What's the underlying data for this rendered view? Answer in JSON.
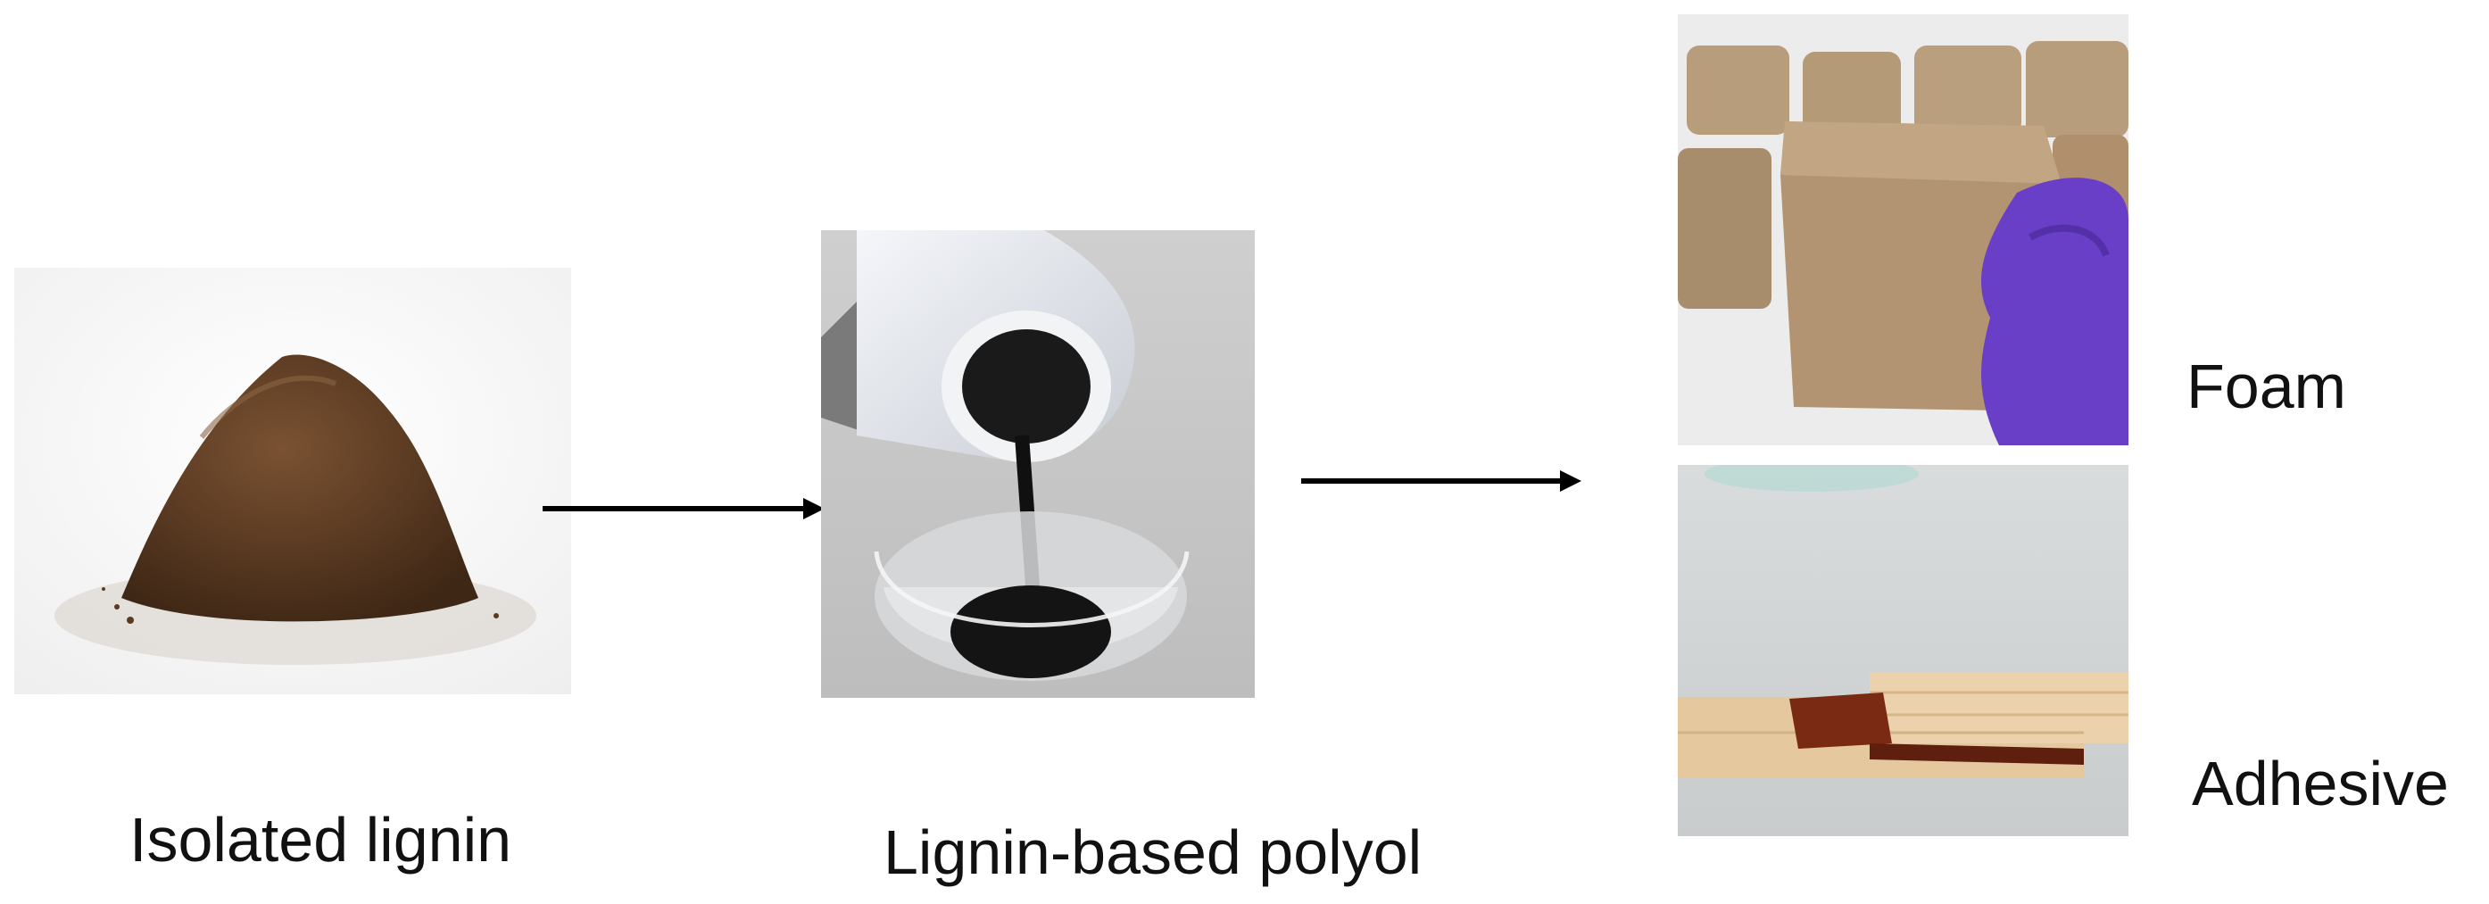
{
  "labels": {
    "isolated_lignin": "Isolated lignin",
    "lignin_polyol": "Lignin-based polyol",
    "foam": "Foam",
    "adhesive": "Adhesive"
  },
  "colors": {
    "lignin_powder": "#5a3a22",
    "polyol": "#121212",
    "foam": "#b59a78",
    "glove": "#6a3fc8",
    "wood": "#e3c49a",
    "adhesive_stain": "#7a2a12",
    "arrow": "#000000"
  }
}
